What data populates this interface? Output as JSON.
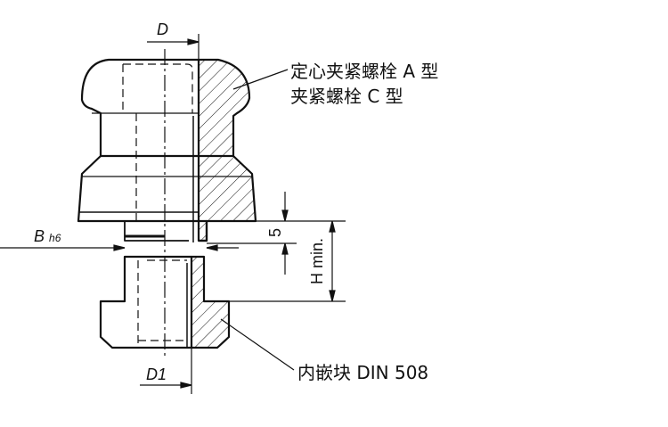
{
  "callouts": {
    "top_line1": "定心夹紧螺栓 A 型",
    "top_line2": "夹紧螺栓 C 型",
    "bottom": "内嵌块 DIN 508"
  },
  "dimensions": {
    "D": "D",
    "B": "B",
    "B_sub": "h6",
    "D1": "D1",
    "five": "5",
    "H": "H min."
  },
  "colors": {
    "line": "#111111",
    "background": "#ffffff"
  }
}
